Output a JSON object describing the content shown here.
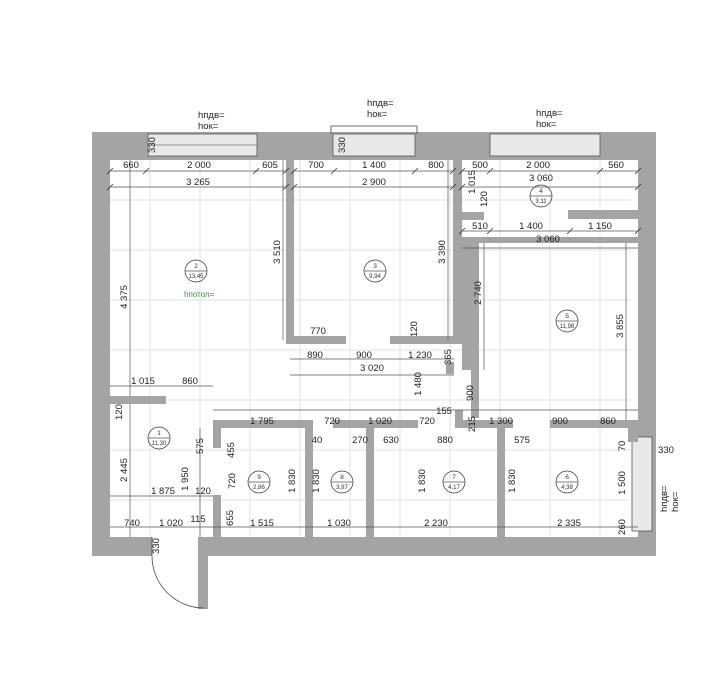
{
  "plan": {
    "rooms": [
      {
        "id": "room-1",
        "num": "1",
        "area": "11,30"
      },
      {
        "id": "room-2",
        "num": "2",
        "area": "13,45"
      },
      {
        "id": "room-3",
        "num": "3",
        "area": "9,94"
      },
      {
        "id": "room-4",
        "num": "4",
        "area": "3,11"
      },
      {
        "id": "room-5",
        "num": "5",
        "area": "11,98"
      },
      {
        "id": "room-6",
        "num": "6",
        "area": "4,38"
      },
      {
        "id": "room-7",
        "num": "7",
        "area": "4,17"
      },
      {
        "id": "room-8",
        "num": "8",
        "area": "3,97"
      },
      {
        "id": "room-9",
        "num": "9",
        "area": "2,86"
      }
    ],
    "ceiling_note": "hпотол=",
    "window_notes": {
      "w1": [
        "hпдв=",
        "hок="
      ],
      "w2": [
        "hпдв=",
        "hок="
      ],
      "w3": [
        "hпдв=",
        "hок="
      ],
      "w4": [
        "hпдв=",
        "hок="
      ]
    },
    "dims": {
      "d330a": "330",
      "d330b": "330",
      "d330c": "330",
      "d330d": "330",
      "d660": "660",
      "d2000a": "2 000",
      "d605": "605",
      "d700": "700",
      "d1400a": "1 400",
      "d800": "800",
      "d500": "500",
      "d2000b": "2 000",
      "d560": "560",
      "d3265": "3 265",
      "d2900": "2 900",
      "d3060a": "3 060",
      "d1015a": "1 015",
      "d120a": "120",
      "d510": "510",
      "d1400b": "1 400",
      "d1150": "1 150",
      "d3060b": "3 060",
      "d4375": "4 375",
      "d3510": "3 510",
      "d3390": "3 390",
      "d2740": "2 740",
      "d3855": "3 855",
      "d770": "770",
      "d120b": "120",
      "d890": "890",
      "d900a": "900",
      "d1230": "1 230",
      "d365": "365",
      "d3020": "3 020",
      "d1015b": "1 015",
      "d860a": "860",
      "d1480": "1 480",
      "d900b": "900",
      "d120c": "120",
      "d1795": "1 795",
      "d720a": "720",
      "d1020a": "1 020",
      "d720b": "720",
      "d155": "155",
      "d215": "215",
      "d1300": "1 300",
      "d900c": "900",
      "d860b": "860",
      "d575a": "575",
      "d455": "455",
      "d40": "40",
      "d270": "270",
      "d630": "630",
      "d880": "880",
      "d575b": "575",
      "d70": "70",
      "d2445": "2 445",
      "d720c": "720",
      "d1830a": "1 830",
      "d1830b": "1 830",
      "d1830c": "1 830",
      "d1830d": "1 830",
      "d1500": "1 500",
      "d1950": "1 950",
      "d1875": "1 875",
      "d120d": "120",
      "d655": "655",
      "d740": "740",
      "d1020b": "1 020",
      "d115": "115",
      "d1515": "1 515",
      "d1030": "1 030",
      "d2230": "2 230",
      "d2335": "2 335",
      "d260": "260"
    }
  }
}
